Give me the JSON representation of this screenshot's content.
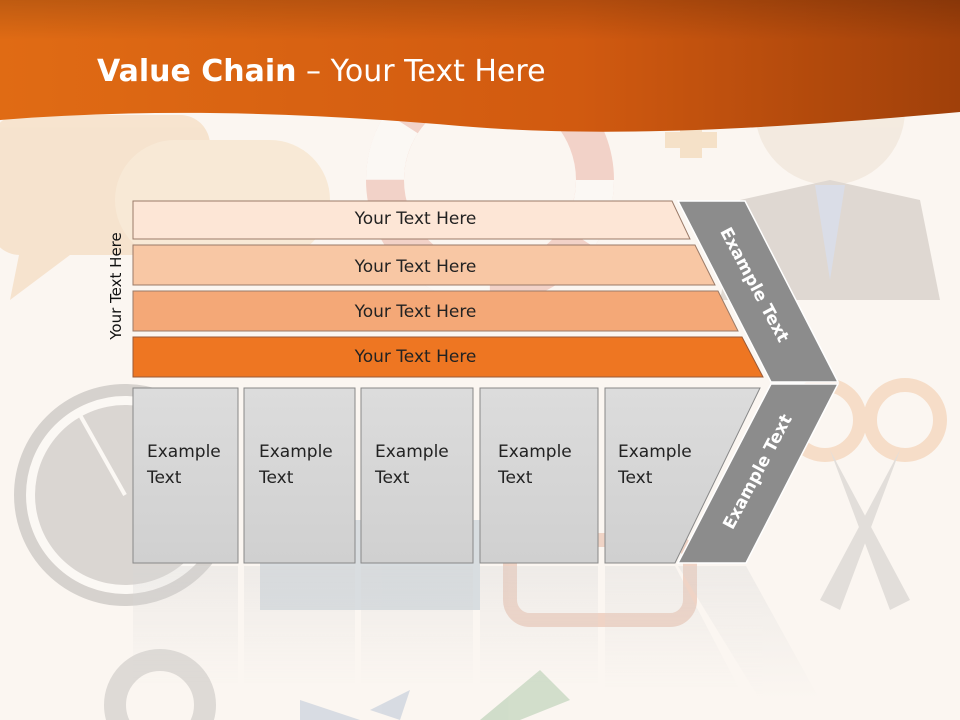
{
  "title": {
    "bold": "Value Chain",
    "rest": " – Your Text Here"
  },
  "vertical_label": "Your Text Here",
  "rows": [
    {
      "label": "Your Text Here",
      "color": "#fde6d6"
    },
    {
      "label": "Your Text Here",
      "color": "#f8c7a4"
    },
    {
      "label": "Your Text Here",
      "color": "#f4a877"
    },
    {
      "label": "Your Text Here",
      "color": "#ee7622"
    }
  ],
  "cells": [
    "Example\nText",
    "Example\nText",
    "Example\nText",
    "Example\nText",
    "Example\nText"
  ],
  "arrow_top_label": "Example Text",
  "arrow_bottom_label": "Example Text",
  "colors": {
    "header": "#d8600f",
    "arrow": "#8c8c8c",
    "cell": "#d6d6d6"
  }
}
